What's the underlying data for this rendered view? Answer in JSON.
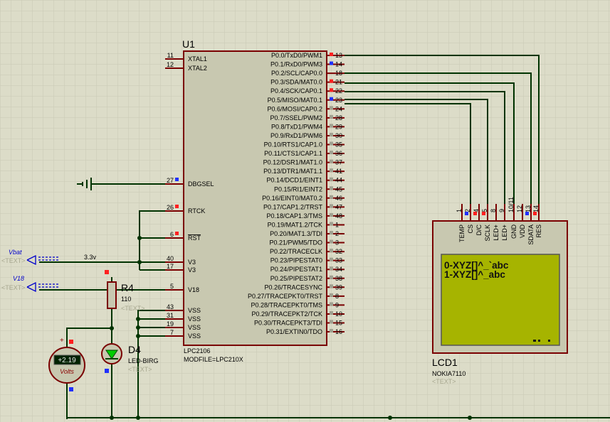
{
  "colors": {
    "background": "#dcdcc8",
    "grid": "#c9c9b4",
    "chip_fill": "#c8c8b0",
    "chip_stroke": "#7a0000",
    "wire": "#003300",
    "pin_red": "#ff2020",
    "pin_blue": "#2030ff",
    "lcd_screen": "#a6b400",
    "text_gray": "#a8a890",
    "terminal_blue": "#0000cc"
  },
  "mcu": {
    "ref": "U1",
    "part": "LPC2106",
    "model": "MODFILE=LPC210X",
    "left_pins": [
      {
        "num": "11",
        "label": "XTAL1",
        "marker": "none",
        "overline": false
      },
      {
        "num": "12",
        "label": "XTAL2",
        "marker": "none",
        "overline": false
      },
      {
        "num": "27",
        "label": "DBGSEL",
        "marker": "blue",
        "overline": false
      },
      {
        "num": "26",
        "label": "RTCK",
        "marker": "red",
        "overline": false
      },
      {
        "num": "6",
        "label": "RST",
        "marker": "red",
        "overline": true
      },
      {
        "num": "40",
        "label": "V3",
        "marker": "none",
        "overline": false
      },
      {
        "num": "17",
        "label": "V3",
        "marker": "none",
        "overline": false
      },
      {
        "num": "5",
        "label": "V18",
        "marker": "none",
        "overline": false
      },
      {
        "num": "43",
        "label": "VSS",
        "marker": "none",
        "overline": false
      },
      {
        "num": "31",
        "label": "VSS",
        "marker": "none",
        "overline": false
      },
      {
        "num": "19",
        "label": "VSS",
        "marker": "none",
        "overline": false
      },
      {
        "num": "7",
        "label": "VSS",
        "marker": "none",
        "overline": false
      }
    ],
    "right_pins": [
      {
        "num": "13",
        "label": "P0.0/TxD0/PWM1",
        "marker": "red"
      },
      {
        "num": "14",
        "label": "P0.1/RxD0/PWM3",
        "marker": "blue"
      },
      {
        "num": "18",
        "label": "P0.2/SCL/CAP0.0",
        "marker": "none"
      },
      {
        "num": "21",
        "label": "P0.3/SDA/MAT0.0",
        "marker": "red"
      },
      {
        "num": "22",
        "label": "P0.4/SCK/CAP0.1",
        "marker": "red"
      },
      {
        "num": "23",
        "label": "P0.5/MISO/MAT0.1",
        "marker": "blue"
      },
      {
        "num": "24",
        "label": "P0.6/MOSI/CAP0.2",
        "marker": "gray"
      },
      {
        "num": "28",
        "label": "P0.7/SSEL/PWM2",
        "marker": "gray"
      },
      {
        "num": "29",
        "label": "P0.8/TxD1/PWM4",
        "marker": "gray"
      },
      {
        "num": "30",
        "label": "P0.9/RxD1/PWM6",
        "marker": "gray"
      },
      {
        "num": "35",
        "label": "P0.10/RTS1/CAP1.0",
        "marker": "gray"
      },
      {
        "num": "36",
        "label": "P0.11/CTS1/CAP1.1",
        "marker": "gray"
      },
      {
        "num": "37",
        "label": "P0.12/DSR1/MAT1.0",
        "marker": "gray"
      },
      {
        "num": "41",
        "label": "P0.13/DTR1/MAT1.1",
        "marker": "gray"
      },
      {
        "num": "44",
        "label": "P0.14/DCD1/EINT1",
        "marker": "gray"
      },
      {
        "num": "45",
        "label": "P0.15/RI1/EINT2",
        "marker": "gray"
      },
      {
        "num": "46",
        "label": "P0.16/EINT0/MAT0.2",
        "marker": "gray"
      },
      {
        "num": "47",
        "label": "P0.17/CAP1.2/TRST",
        "marker": "gray"
      },
      {
        "num": "48",
        "label": "P0.18/CAP1.3/TMS",
        "marker": "gray"
      },
      {
        "num": "1",
        "label": "P0.19/MAT1.2/TCK",
        "marker": "gray"
      },
      {
        "num": "2",
        "label": "P0.20/MAT1.3/TDI",
        "marker": "gray"
      },
      {
        "num": "3",
        "label": "P0.21/PWM5/TDO",
        "marker": "gray"
      },
      {
        "num": "32",
        "label": "P0.22/TRACECLK",
        "marker": "gray"
      },
      {
        "num": "33",
        "label": "P0.23/PIPESTAT0",
        "marker": "gray"
      },
      {
        "num": "34",
        "label": "P0.24/PIPESTAT1",
        "marker": "gray"
      },
      {
        "num": "38",
        "label": "P0.25/PIPESTAT2",
        "marker": "gray"
      },
      {
        "num": "39",
        "label": "P0.26/TRACESYNC",
        "marker": "gray"
      },
      {
        "num": "8",
        "label": "P0.27/TRACEPKT0/TRST",
        "marker": "gray"
      },
      {
        "num": "9",
        "label": "P0.28/TRACEPKT0/TMS",
        "marker": "gray"
      },
      {
        "num": "10",
        "label": "P0.29/TRACEPKT2/TCK",
        "marker": "gray"
      },
      {
        "num": "15",
        "label": "P0.30/TRACEPKT3/TDI",
        "marker": "gray"
      },
      {
        "num": "16",
        "label": "P0.31/EXTIN0/TDO",
        "marker": "gray"
      }
    ]
  },
  "lcd": {
    "ref": "LCD1",
    "part": "NOKIA7110",
    "text_placeholder": "<TEXT>",
    "line1": "0-XYZ[]^_`abc",
    "line2": "1-XYZ[]^_abc",
    "pins": [
      {
        "num": "1",
        "label": "TEMP",
        "marker": "none"
      },
      {
        "num": "2",
        "label": "CS",
        "marker": "blue"
      },
      {
        "num": "4",
        "label": "D/C",
        "marker": "red"
      },
      {
        "num": "5",
        "label": "SCLK",
        "marker": "red"
      },
      {
        "num": "8",
        "label": "LED+",
        "marker": "none"
      },
      {
        "num": "9",
        "label": "LED+",
        "marker": "none"
      },
      {
        "num": "10/11",
        "label": "GND",
        "marker": "none"
      },
      {
        "num": "12",
        "label": "VDD",
        "marker": "none"
      },
      {
        "num": "13",
        "label": "SDATA",
        "marker": "blue"
      },
      {
        "num": "14",
        "label": "RES",
        "marker": "red"
      }
    ]
  },
  "resistor": {
    "ref": "R4",
    "value": "110",
    "text": "<TEXT>"
  },
  "led": {
    "ref": "D4",
    "part": "LED-BIRG",
    "text": "<TEXT>"
  },
  "voltmeter": {
    "reading": "+2.19",
    "unit": "Volts",
    "plus": "+"
  },
  "terminals": [
    {
      "name": "Vbat",
      "text": "<TEXT>"
    },
    {
      "name": "V18",
      "text": "<TEXT>"
    }
  ],
  "net_label_3v3": "3.3v"
}
